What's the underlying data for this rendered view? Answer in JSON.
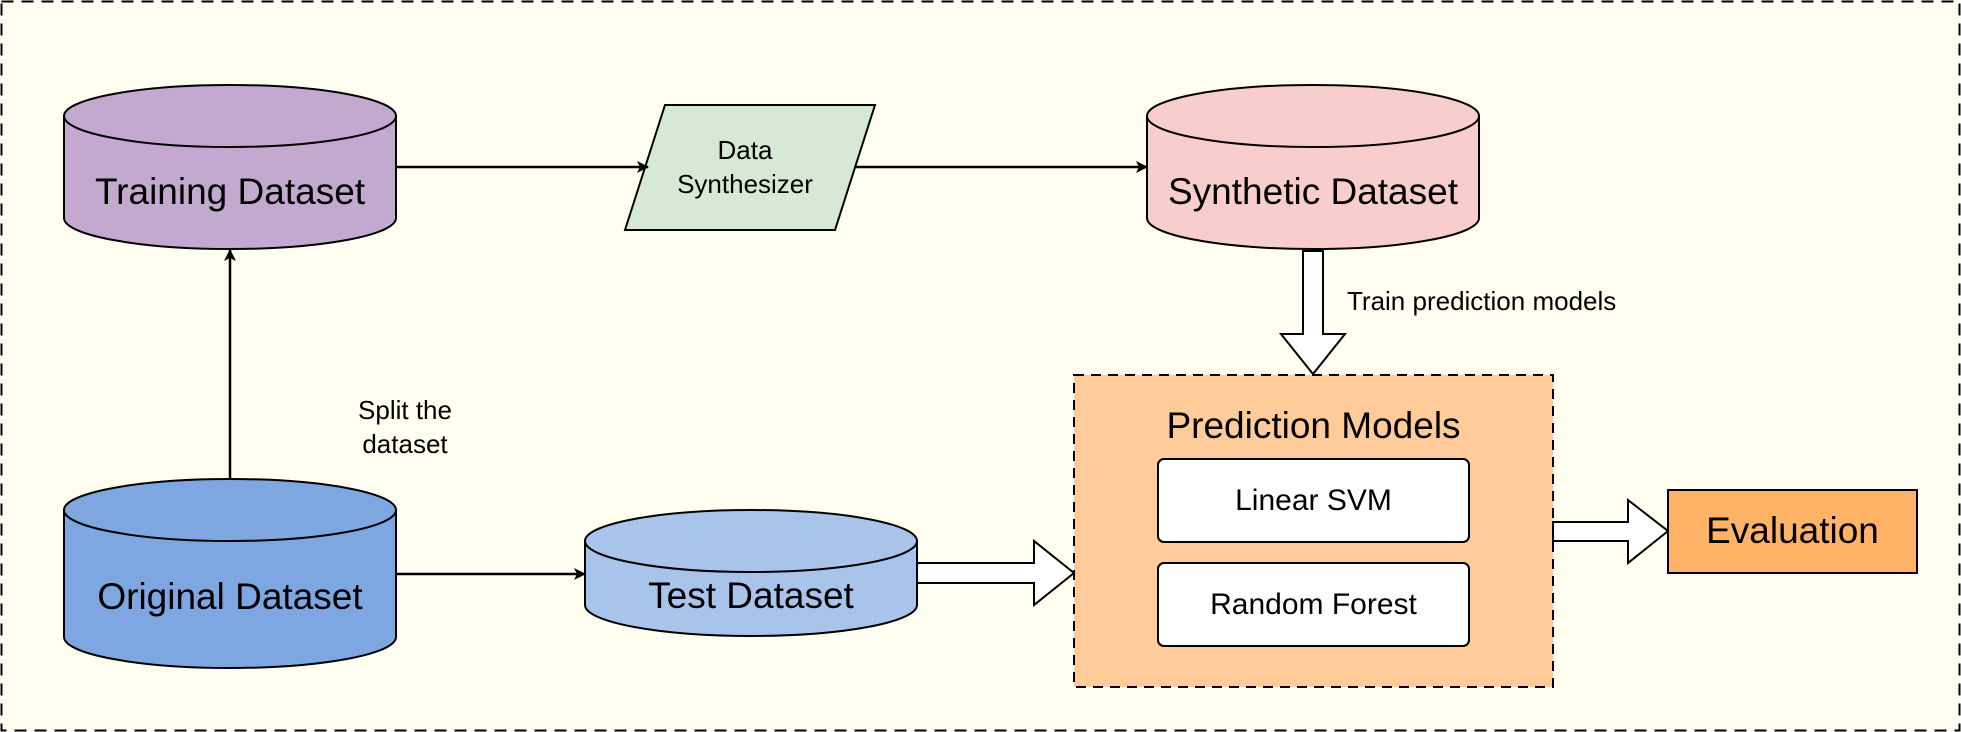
{
  "nodes": {
    "training_dataset": "Training Dataset",
    "data_synthesizer": "Data\nSynthesizer",
    "synthetic_dataset": "Synthetic Dataset",
    "original_dataset": "Original Dataset",
    "test_dataset": "Test Dataset",
    "prediction_models": "Prediction Models",
    "linear_svm": "Linear SVM",
    "random_forest": "Random Forest",
    "evaluation": "Evaluation"
  },
  "edge_labels": {
    "split": "Split the\ndataset",
    "train": "Train prediction models"
  },
  "colors": {
    "canvas": "#fffef0",
    "training": "#c3a9d0",
    "synthesizer": "#d6e9d5",
    "synthetic": "#f8cecc",
    "original": "#7ea6e0",
    "test": "#a9c4eb",
    "prediction_group": "#ffcc99",
    "model_box": "#ffffff",
    "evaluation": "#ffb366",
    "stroke": "#000000"
  }
}
